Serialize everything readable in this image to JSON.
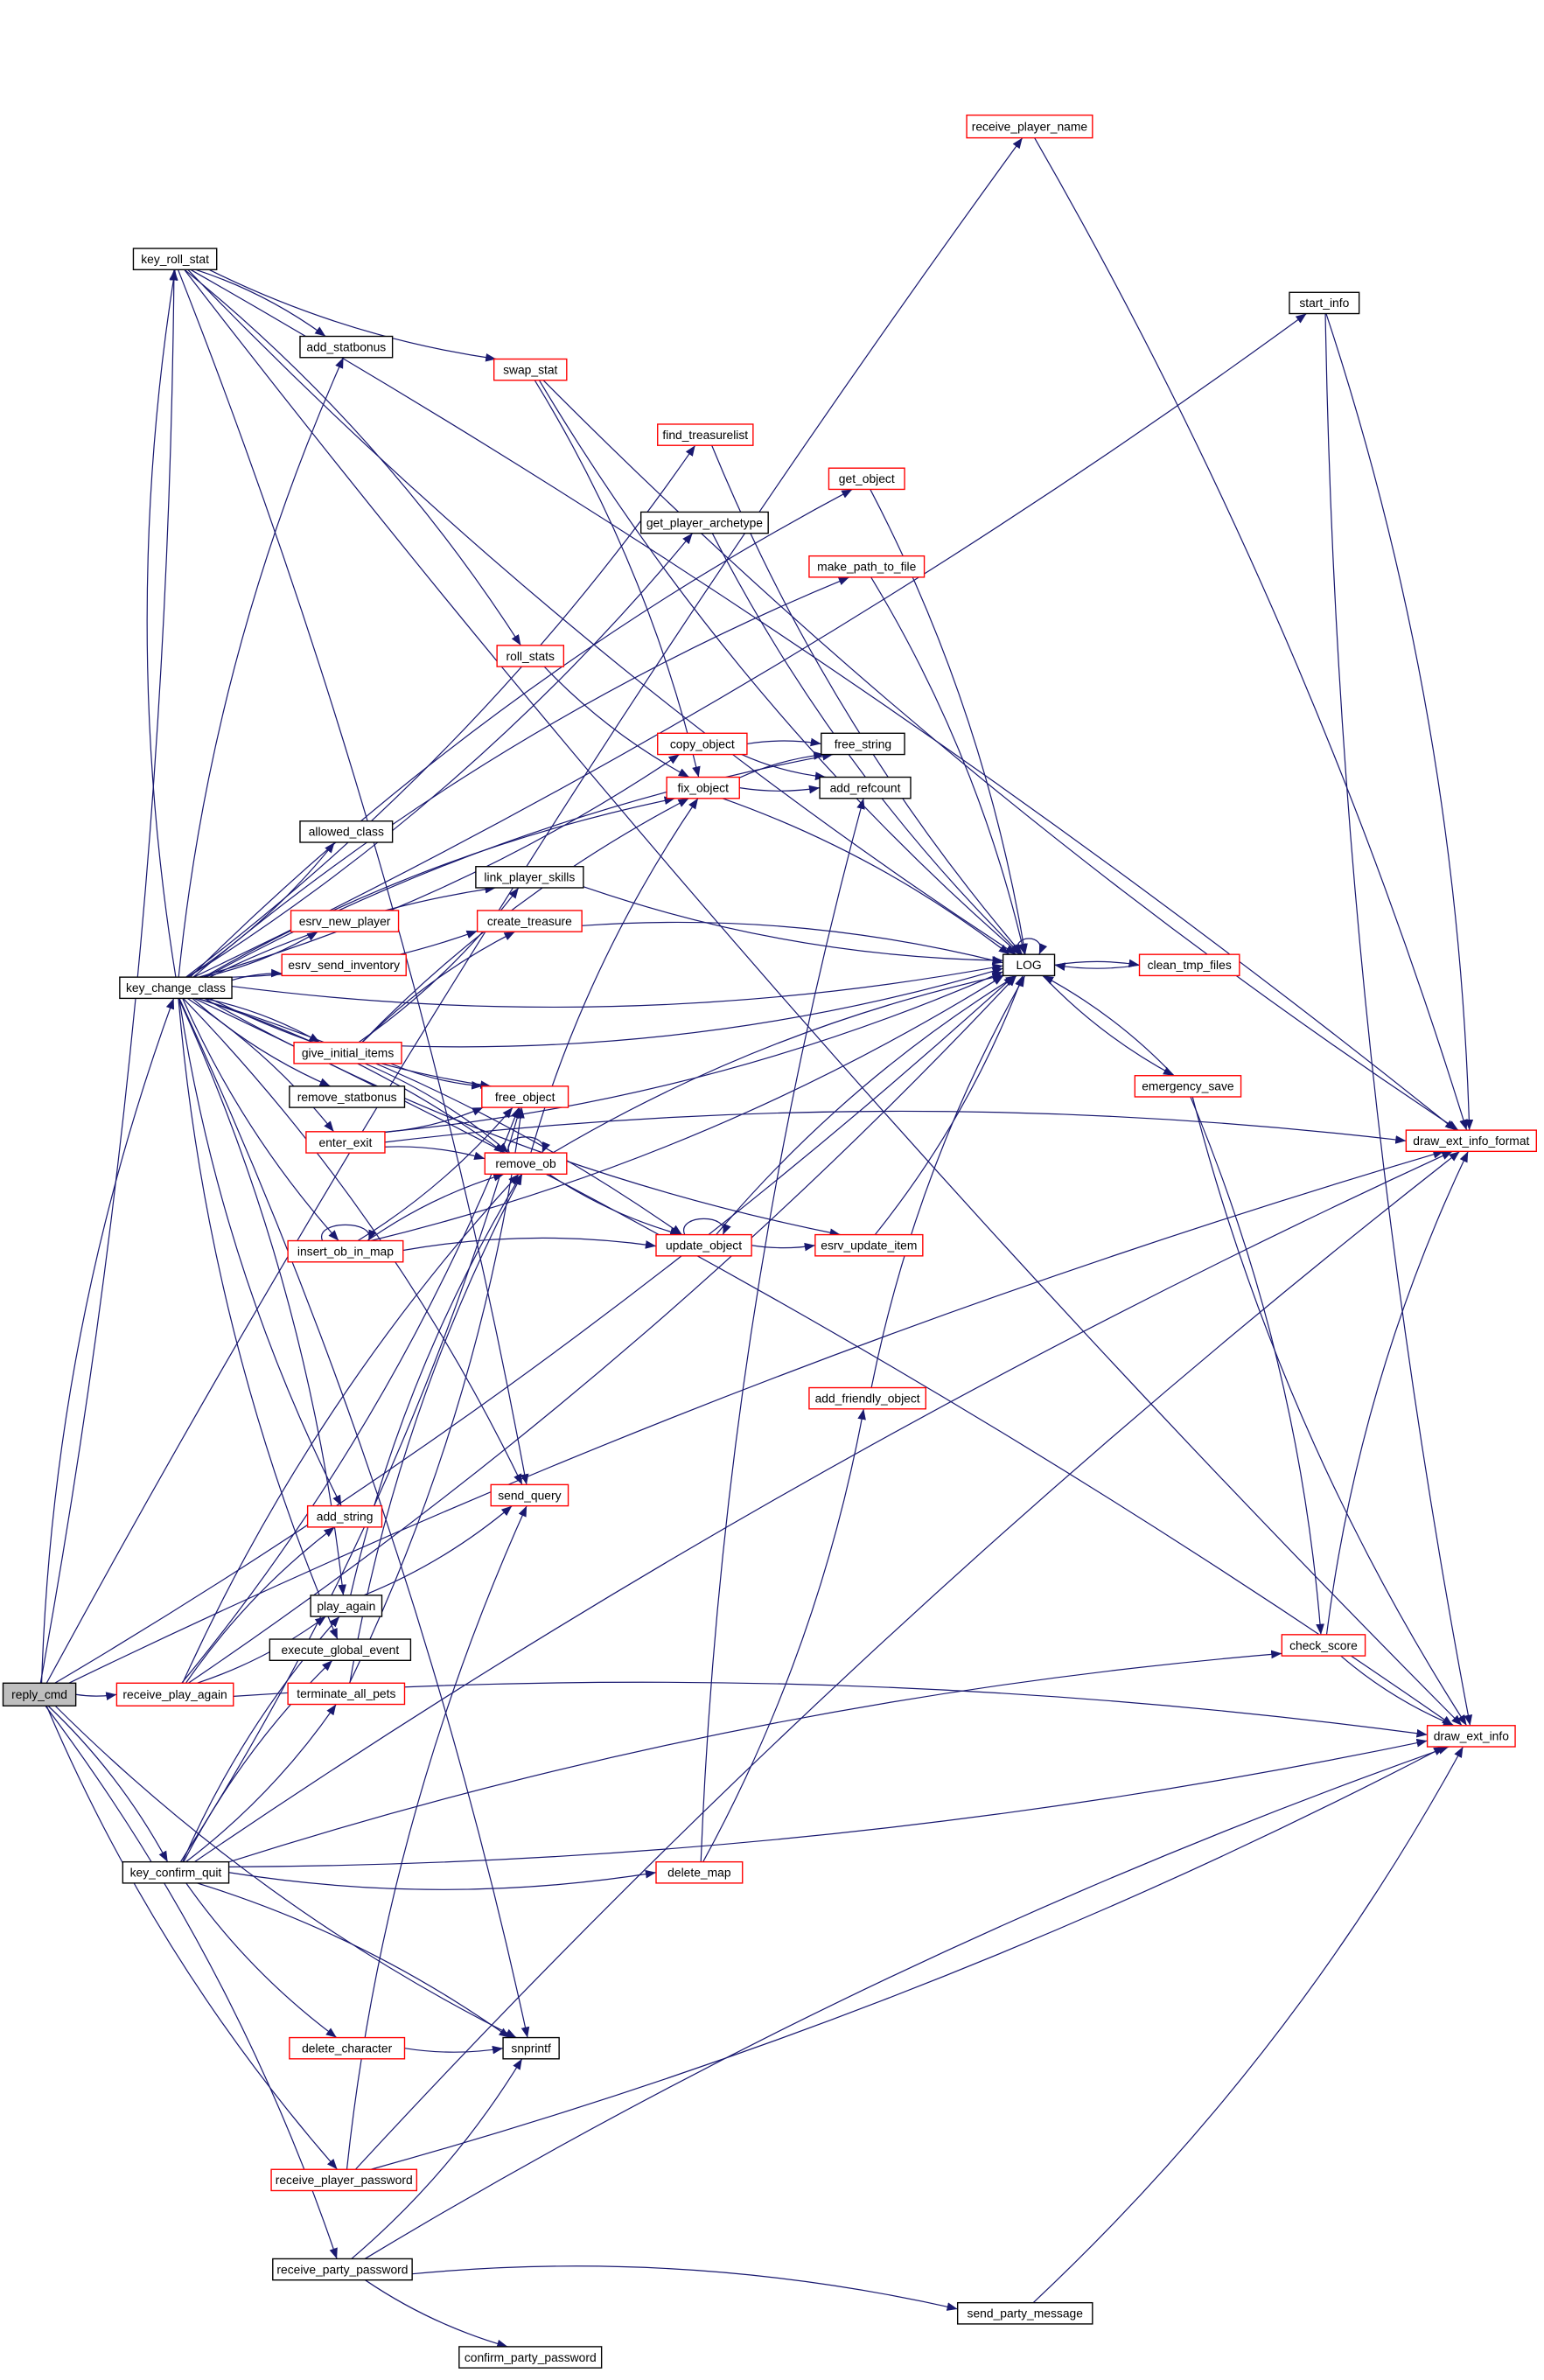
{
  "graph": {
    "title": "reply_cmd call graph",
    "colors": {
      "edge": "#191970",
      "root_fill": "#bfbfbf",
      "border_documented": "#000000",
      "border_truncated": "#ff0000"
    },
    "nodes": {
      "reply_cmd": {
        "label": "reply_cmd",
        "style": "root"
      },
      "receive_player_name": {
        "label": "receive_player_name",
        "style": "red"
      },
      "key_roll_stat": {
        "label": "key_roll_stat",
        "style": "black"
      },
      "add_statbonus": {
        "label": "add_statbonus",
        "style": "black"
      },
      "start_info": {
        "label": "start_info",
        "style": "black"
      },
      "swap_stat": {
        "label": "swap_stat",
        "style": "red"
      },
      "find_treasurelist": {
        "label": "find_treasurelist",
        "style": "red"
      },
      "get_object": {
        "label": "get_object",
        "style": "red"
      },
      "get_player_archetype": {
        "label": "get_player_archetype",
        "style": "black"
      },
      "make_path_to_file": {
        "label": "make_path_to_file",
        "style": "red"
      },
      "roll_stats": {
        "label": "roll_stats",
        "style": "red"
      },
      "copy_object": {
        "label": "copy_object",
        "style": "red"
      },
      "free_string": {
        "label": "free_string",
        "style": "black"
      },
      "fix_object": {
        "label": "fix_object",
        "style": "red"
      },
      "add_refcount": {
        "label": "add_refcount",
        "style": "black"
      },
      "allowed_class": {
        "label": "allowed_class",
        "style": "black"
      },
      "link_player_skills": {
        "label": "link_player_skills",
        "style": "black"
      },
      "esrv_new_player": {
        "label": "esrv_new_player",
        "style": "red"
      },
      "create_treasure": {
        "label": "create_treasure",
        "style": "red"
      },
      "LOG": {
        "label": "LOG",
        "style": "black"
      },
      "clean_tmp_files": {
        "label": "clean_tmp_files",
        "style": "red"
      },
      "esrv_send_inventory": {
        "label": "esrv_send_inventory",
        "style": "red"
      },
      "key_change_class": {
        "label": "key_change_class",
        "style": "black"
      },
      "give_initial_items": {
        "label": "give_initial_items",
        "style": "red"
      },
      "free_object": {
        "label": "free_object",
        "style": "red"
      },
      "remove_statbonus": {
        "label": "remove_statbonus",
        "style": "black"
      },
      "emergency_save": {
        "label": "emergency_save",
        "style": "red"
      },
      "draw_ext_info_format": {
        "label": "draw_ext_info_format",
        "style": "red"
      },
      "enter_exit": {
        "label": "enter_exit",
        "style": "red"
      },
      "remove_ob": {
        "label": "remove_ob",
        "style": "red"
      },
      "insert_ob_in_map": {
        "label": "insert_ob_in_map",
        "style": "red"
      },
      "update_object": {
        "label": "update_object",
        "style": "red"
      },
      "esrv_update_item": {
        "label": "esrv_update_item",
        "style": "red"
      },
      "add_friendly_object": {
        "label": "add_friendly_object",
        "style": "red"
      },
      "send_query": {
        "label": "send_query",
        "style": "red"
      },
      "add_string": {
        "label": "add_string",
        "style": "red"
      },
      "play_again": {
        "label": "play_again",
        "style": "black"
      },
      "execute_global_event": {
        "label": "execute_global_event",
        "style": "black"
      },
      "check_score": {
        "label": "check_score",
        "style": "red"
      },
      "receive_play_again": {
        "label": "receive_play_again",
        "style": "red"
      },
      "terminate_all_pets": {
        "label": "terminate_all_pets",
        "style": "red"
      },
      "draw_ext_info": {
        "label": "draw_ext_info",
        "style": "red"
      },
      "key_confirm_quit": {
        "label": "key_confirm_quit",
        "style": "black"
      },
      "delete_map": {
        "label": "delete_map",
        "style": "red"
      },
      "delete_character": {
        "label": "delete_character",
        "style": "red"
      },
      "snprintf": {
        "label": "snprintf",
        "style": "black"
      },
      "receive_player_password": {
        "label": "receive_player_password",
        "style": "red"
      },
      "receive_party_password": {
        "label": "receive_party_password",
        "style": "black"
      },
      "send_party_message": {
        "label": "send_party_message",
        "style": "black"
      },
      "confirm_party_password": {
        "label": "confirm_party_password",
        "style": "black"
      }
    },
    "edges": [
      [
        "reply_cmd",
        "receive_player_name"
      ],
      [
        "reply_cmd",
        "key_roll_stat"
      ],
      [
        "reply_cmd",
        "key_change_class"
      ],
      [
        "reply_cmd",
        "receive_play_again"
      ],
      [
        "reply_cmd",
        "key_confirm_quit"
      ],
      [
        "reply_cmd",
        "receive_player_password"
      ],
      [
        "reply_cmd",
        "receive_party_password"
      ],
      [
        "reply_cmd",
        "snprintf"
      ],
      [
        "reply_cmd",
        "draw_ext_info_format"
      ],
      [
        "reply_cmd",
        "LOG"
      ],
      [
        "key_roll_stat",
        "add_statbonus"
      ],
      [
        "key_roll_stat",
        "swap_stat"
      ],
      [
        "key_roll_stat",
        "roll_stats"
      ],
      [
        "key_roll_stat",
        "LOG"
      ],
      [
        "key_roll_stat",
        "send_query"
      ],
      [
        "key_roll_stat",
        "draw_ext_info"
      ],
      [
        "key_roll_stat",
        "draw_ext_info_format"
      ],
      [
        "swap_stat",
        "LOG"
      ],
      [
        "swap_stat",
        "fix_object"
      ],
      [
        "swap_stat",
        "draw_ext_info_format"
      ],
      [
        "key_change_class",
        "add_statbonus"
      ],
      [
        "key_change_class",
        "find_treasurelist"
      ],
      [
        "key_change_class",
        "get_object"
      ],
      [
        "key_change_class",
        "get_player_archetype"
      ],
      [
        "key_change_class",
        "make_path_to_file"
      ],
      [
        "key_change_class",
        "LOG"
      ],
      [
        "key_change_class",
        "free_string"
      ],
      [
        "key_change_class",
        "copy_object"
      ],
      [
        "key_change_class",
        "fix_object"
      ],
      [
        "key_change_class",
        "allowed_class"
      ],
      [
        "key_change_class",
        "link_player_skills"
      ],
      [
        "key_change_class",
        "esrv_new_player"
      ],
      [
        "key_change_class",
        "esrv_send_inventory"
      ],
      [
        "key_change_class",
        "create_treasure"
      ],
      [
        "key_change_class",
        "give_initial_items"
      ],
      [
        "key_change_class",
        "remove_statbonus"
      ],
      [
        "key_change_class",
        "enter_exit"
      ],
      [
        "key_change_class",
        "free_object"
      ],
      [
        "key_change_class",
        "remove_ob"
      ],
      [
        "key_change_class",
        "insert_ob_in_map"
      ],
      [
        "key_change_class",
        "update_object"
      ],
      [
        "key_change_class",
        "esrv_update_item"
      ],
      [
        "key_change_class",
        "send_query"
      ],
      [
        "key_change_class",
        "add_string"
      ],
      [
        "key_change_class",
        "play_again"
      ],
      [
        "key_change_class",
        "execute_global_event"
      ],
      [
        "key_change_class",
        "draw_ext_info"
      ],
      [
        "key_change_class",
        "start_info"
      ],
      [
        "key_change_class",
        "key_roll_stat"
      ],
      [
        "find_treasurelist",
        "LOG"
      ],
      [
        "get_object",
        "LOG"
      ],
      [
        "get_player_archetype",
        "LOG"
      ],
      [
        "make_path_to_file",
        "LOG"
      ],
      [
        "roll_stats",
        "fix_object"
      ],
      [
        "copy_object",
        "free_string"
      ],
      [
        "copy_object",
        "add_refcount"
      ],
      [
        "fix_object",
        "free_string"
      ],
      [
        "fix_object",
        "add_refcount"
      ],
      [
        "fix_object",
        "LOG"
      ],
      [
        "link_player_skills",
        "LOG"
      ],
      [
        "create_treasure",
        "LOG"
      ],
      [
        "give_initial_items",
        "link_player_skills"
      ],
      [
        "give_initial_items",
        "create_treasure"
      ],
      [
        "give_initial_items",
        "free_object"
      ],
      [
        "give_initial_items",
        "remove_ob"
      ],
      [
        "give_initial_items",
        "LOG"
      ],
      [
        "give_initial_items",
        "fix_object"
      ],
      [
        "enter_exit",
        "free_object"
      ],
      [
        "enter_exit",
        "remove_ob"
      ],
      [
        "enter_exit",
        "LOG"
      ],
      [
        "enter_exit",
        "draw_ext_info_format"
      ],
      [
        "remove_ob",
        "remove_ob"
      ],
      [
        "remove_ob",
        "fix_object"
      ],
      [
        "remove_ob",
        "update_object"
      ],
      [
        "remove_ob",
        "LOG"
      ],
      [
        "insert_ob_in_map",
        "insert_ob_in_map"
      ],
      [
        "insert_ob_in_map",
        "remove_ob"
      ],
      [
        "insert_ob_in_map",
        "free_object"
      ],
      [
        "insert_ob_in_map",
        "update_object"
      ],
      [
        "insert_ob_in_map",
        "LOG"
      ],
      [
        "update_object",
        "update_object"
      ],
      [
        "update_object",
        "esrv_update_item"
      ],
      [
        "update_object",
        "LOG"
      ],
      [
        "esrv_update_item",
        "LOG"
      ],
      [
        "add_friendly_object",
        "LOG"
      ],
      [
        "LOG",
        "LOG"
      ],
      [
        "LOG",
        "clean_tmp_files"
      ],
      [
        "LOG",
        "emergency_save"
      ],
      [
        "clean_tmp_files",
        "LOG"
      ],
      [
        "emergency_save",
        "LOG"
      ],
      [
        "emergency_save",
        "check_score"
      ],
      [
        "emergency_save",
        "draw_ext_info"
      ],
      [
        "check_score",
        "draw_ext_info_format"
      ],
      [
        "check_score",
        "draw_ext_info"
      ],
      [
        "start_info",
        "draw_ext_info_format"
      ],
      [
        "start_info",
        "draw_ext_info"
      ],
      [
        "receive_player_name",
        "draw_ext_info_format"
      ],
      [
        "play_again",
        "send_query"
      ],
      [
        "play_again",
        "remove_ob"
      ],
      [
        "receive_play_again",
        "play_again"
      ],
      [
        "receive_play_again",
        "add_string"
      ],
      [
        "receive_play_again",
        "free_object"
      ],
      [
        "receive_play_again",
        "remove_ob"
      ],
      [
        "receive_play_again",
        "LOG"
      ],
      [
        "receive_play_again",
        "draw_ext_info"
      ],
      [
        "key_confirm_quit",
        "delete_map"
      ],
      [
        "key_confirm_quit",
        "play_again"
      ],
      [
        "key_confirm_quit",
        "terminate_all_pets"
      ],
      [
        "key_confirm_quit",
        "execute_global_event"
      ],
      [
        "key_confirm_quit",
        "delete_character"
      ],
      [
        "key_confirm_quit",
        "snprintf"
      ],
      [
        "key_confirm_quit",
        "draw_ext_info"
      ],
      [
        "key_confirm_quit",
        "check_score"
      ],
      [
        "key_confirm_quit",
        "free_object"
      ],
      [
        "key_confirm_quit",
        "draw_ext_info_format"
      ],
      [
        "delete_map",
        "add_friendly_object"
      ],
      [
        "delete_map",
        "add_refcount"
      ],
      [
        "terminate_all_pets",
        "free_object"
      ],
      [
        "terminate_all_pets",
        "remove_ob"
      ],
      [
        "delete_character",
        "snprintf"
      ],
      [
        "receive_player_password",
        "send_query"
      ],
      [
        "receive_player_password",
        "draw_ext_info"
      ],
      [
        "receive_player_password",
        "draw_ext_info_format"
      ],
      [
        "receive_party_password",
        "snprintf"
      ],
      [
        "receive_party_password",
        "send_party_message"
      ],
      [
        "receive_party_password",
        "confirm_party_password"
      ],
      [
        "receive_party_password",
        "draw_ext_info"
      ],
      [
        "send_party_message",
        "draw_ext_info"
      ],
      [
        "key_change_class",
        "snprintf"
      ]
    ]
  }
}
